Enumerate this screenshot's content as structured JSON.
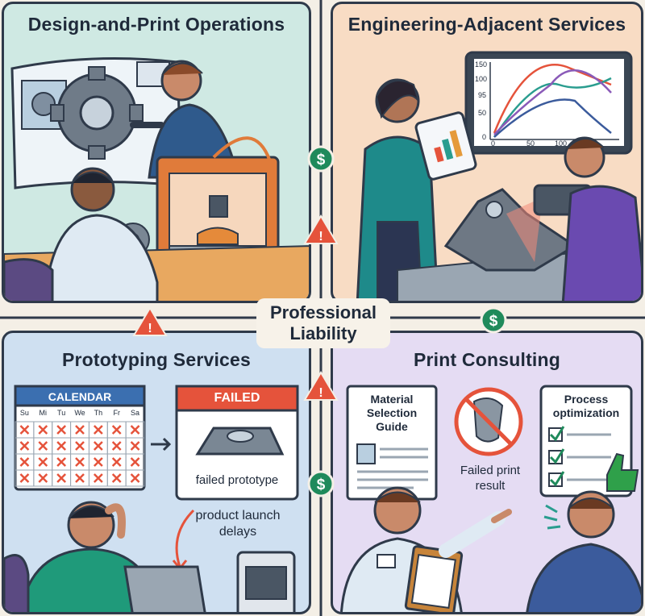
{
  "center": {
    "line1": "Professional",
    "line2": "Liability"
  },
  "panels": {
    "design_print": {
      "title": "Design-and-Print Operations"
    },
    "engineering": {
      "title": "Engineering-Adjacent Services",
      "chart_ticks_y": [
        "150",
        "100",
        "95",
        "50",
        "0"
      ],
      "chart_ticks_x": [
        "0",
        "50",
        "100"
      ]
    },
    "prototyping": {
      "title": "Prototyping Services",
      "calendar_header": "CALENDAR",
      "calendar_days": [
        "Su",
        "Mi",
        "Tu",
        "We",
        "Th",
        "Fr",
        "Sa"
      ],
      "failed_badge": "FAILED",
      "failed_caption": "failed prototype",
      "delay_line1": "product launch",
      "delay_line2": "delays"
    },
    "consulting": {
      "title": "Print Consulting",
      "guide_line1": "Material",
      "guide_line2": "Selection",
      "guide_line3": "Guide",
      "failed_line1": "Failed print",
      "failed_line2": "result",
      "process_line1": "Process",
      "process_line2": "optimization"
    }
  },
  "colors": {
    "money": "#1f8a5b",
    "warning": "#e5533b",
    "outline": "#2f3a4a"
  },
  "icons": [
    "dollar-icon",
    "warning-icon",
    "check-icon",
    "thumbs-up-icon",
    "gear-icon",
    "calendar-icon",
    "printer-icon"
  ]
}
